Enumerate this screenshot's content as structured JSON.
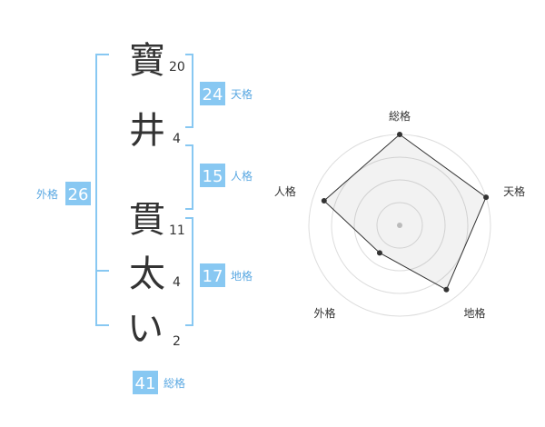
{
  "name_chars": [
    {
      "char": "寶",
      "strokes": "20"
    },
    {
      "char": "井",
      "strokes": "4"
    },
    {
      "char": "貫",
      "strokes": "11"
    },
    {
      "char": "太",
      "strokes": "4"
    },
    {
      "char": "い",
      "strokes": "2"
    }
  ],
  "kakus": {
    "tenkaku": {
      "value": "24",
      "label": "天格"
    },
    "jinkaku": {
      "value": "15",
      "label": "人格"
    },
    "chikaku": {
      "value": "17",
      "label": "地格"
    },
    "gaikaku": {
      "value": "26",
      "label": "外格"
    },
    "soukaku": {
      "value": "41",
      "label": "総格"
    }
  },
  "radar": {
    "axes": [
      "総格",
      "天格",
      "地格",
      "外格",
      "人格"
    ],
    "levels": 4,
    "values": [
      4,
      4,
      3.5,
      1.5,
      3.5
    ],
    "max": 4
  },
  "colors": {
    "accent": "#88c8f2",
    "label": "#5aa8e2"
  }
}
